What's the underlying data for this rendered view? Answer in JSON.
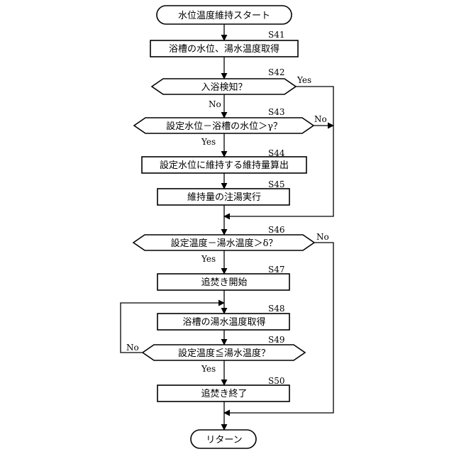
{
  "start": {
    "label": "水位温度維持スタート"
  },
  "end": {
    "label": "リターン"
  },
  "steps": {
    "s41": {
      "id": "S41",
      "label": "浴槽の水位、湯水温度取得"
    },
    "s42": {
      "id": "S42",
      "label": "入浴検知？",
      "yes": "Yes",
      "no": "No"
    },
    "s43": {
      "id": "S43",
      "label": "設定水位－浴槽の水位＞γ？",
      "yes": "Yes",
      "no": "No"
    },
    "s44": {
      "id": "S44",
      "label": "設定水位に維持する維持量算出"
    },
    "s45": {
      "id": "S45",
      "label": "維持量の注湯実行"
    },
    "s46": {
      "id": "S46",
      "label": "設定温度－湯水温度＞δ？",
      "yes": "Yes",
      "no": "No"
    },
    "s47": {
      "id": "S47",
      "label": "追焚き開始"
    },
    "s48": {
      "id": "S48",
      "label": "浴槽の湯水温度取得"
    },
    "s49": {
      "id": "S49",
      "label": "設定温度≦湯水温度？",
      "yes": "Yes",
      "no": "No"
    },
    "s50": {
      "id": "S50",
      "label": "追焚き終了"
    }
  }
}
